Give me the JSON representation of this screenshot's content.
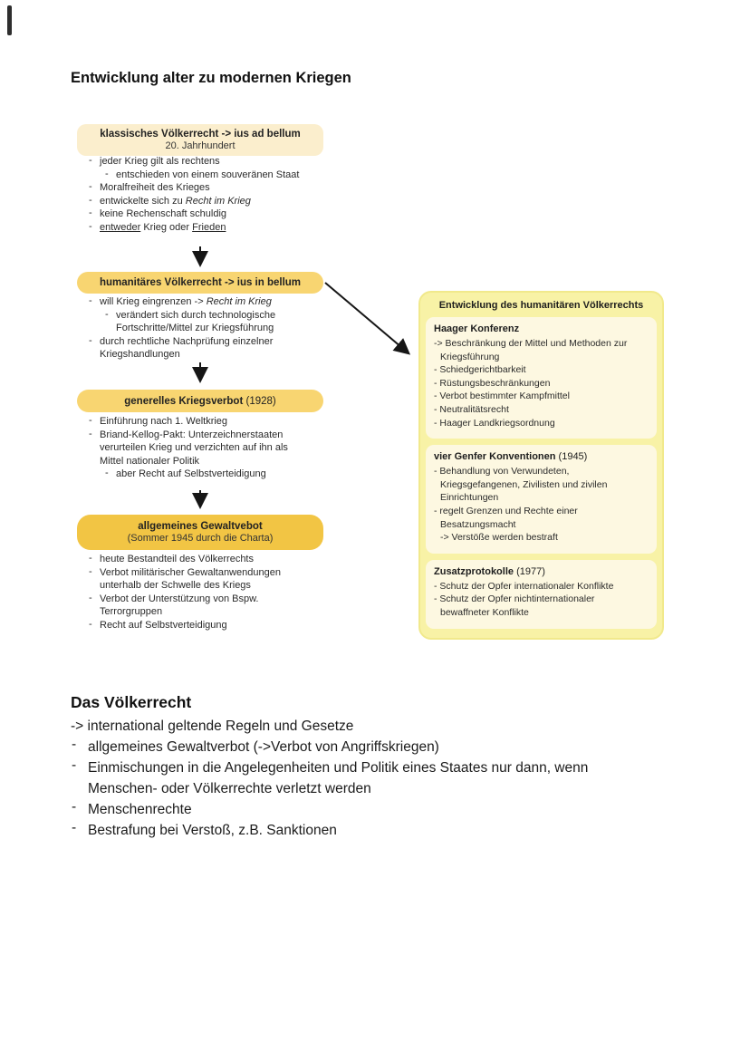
{
  "title": "Entwicklung alter zu modernen Kriegen",
  "colors": {
    "box_cream": "#fbeecd",
    "box_yellow": "#f8d571",
    "box_gold": "#f2c544",
    "panel_bg": "#f8f2a6",
    "panel_border": "#f1e98c",
    "card_bg": "#fdf8e1"
  },
  "flow": {
    "box1": {
      "title": "klassisches Völkerrecht -> ius ad bellum",
      "subtitle": "20. Jahrhundert"
    },
    "list1": [
      {
        "dash": true,
        "indent": 0,
        "t": "jeder Krieg gilt als rechtens"
      },
      {
        "dash": true,
        "indent": 1,
        "t": "entschieden von einem souveränen Staat"
      },
      {
        "dash": true,
        "indent": 0,
        "t": "Moralfreiheit des Krieges"
      },
      {
        "dash": true,
        "indent": 0,
        "segments": [
          {
            "t": "entwickelte sich zu "
          },
          {
            "t": "Recht im Krieg",
            "s": "i"
          }
        ]
      },
      {
        "dash": true,
        "indent": 0,
        "t": "keine Rechenschaft schuldig"
      },
      {
        "dash": true,
        "indent": 0,
        "segments": [
          {
            "t": "entweder",
            "s": "u"
          },
          {
            "t": " Krieg oder "
          },
          {
            "t": "Frieden",
            "s": "u"
          }
        ]
      }
    ],
    "box2": {
      "title": "humanitäres Völkerrecht -> ius in bellum"
    },
    "list2": [
      {
        "dash": true,
        "indent": 0,
        "segments": [
          {
            "t": "will Krieg eingrenzen -> "
          },
          {
            "t": "Recht im Krieg",
            "s": "i"
          }
        ]
      },
      {
        "dash": true,
        "indent": 1,
        "t": "verändert sich durch technologische"
      },
      {
        "dash": false,
        "indent": 1,
        "t": "Fortschritte/Mittel zur Kriegsführung"
      },
      {
        "dash": true,
        "indent": 0,
        "t": "durch rechtliche Nachprüfung einzelner"
      },
      {
        "dash": false,
        "indent": 0,
        "t": "Kriegshandlungen"
      }
    ],
    "box3": {
      "title": "generelles Kriegsverbot",
      "suffix": " (1928)"
    },
    "list3": [
      {
        "dash": true,
        "indent": 0,
        "t": "Einführung nach 1. Weltkrieg"
      },
      {
        "dash": true,
        "indent": 0,
        "t": "Briand-Kellog-Pakt: Unterzeichnerstaaten"
      },
      {
        "dash": false,
        "indent": 0,
        "t": "verurteilen Krieg und verzichten auf ihn als"
      },
      {
        "dash": false,
        "indent": 0,
        "t": "Mittel nationaler Politik"
      },
      {
        "dash": true,
        "indent": 1,
        "t": "aber Recht auf Selbstverteidigung"
      }
    ],
    "box4": {
      "title": "allgemeines Gewaltvebot",
      "subtitle": "(Sommer 1945 durch die Charta)"
    },
    "list4": [
      {
        "dash": true,
        "indent": 0,
        "t": "heute Bestandteil des Völkerrechts"
      },
      {
        "dash": true,
        "indent": 0,
        "t": "Verbot militärischer Gewaltanwendungen"
      },
      {
        "dash": false,
        "indent": 0,
        "t": "unterhalb der Schwelle des Kriegs"
      },
      {
        "dash": true,
        "indent": 0,
        "t": "Verbot der Unterstützung von Bspw."
      },
      {
        "dash": false,
        "indent": 0,
        "t": "Terrorgruppen"
      },
      {
        "dash": true,
        "indent": 0,
        "t": "Recht auf Selbstverteidigung"
      }
    ]
  },
  "panel": {
    "title": "Entwicklung des humanitären Völkerrechts",
    "sections": [
      {
        "title": "Haager Konferenz",
        "suffix": "",
        "lines": [
          {
            "indent": 0,
            "t": "-> Beschränkung der Mittel und Methoden zur"
          },
          {
            "indent": 1,
            "t": "Kriegsführung"
          },
          {
            "indent": 0,
            "t": "- Schiedgerichtbarkeit"
          },
          {
            "indent": 0,
            "t": "- Rüstungsbeschränkungen"
          },
          {
            "indent": 0,
            "t": "- Verbot bestimmter Kampfmittel"
          },
          {
            "indent": 0,
            "t": "- Neutralitätsrecht"
          },
          {
            "indent": 0,
            "t": "- Haager Landkriegsordnung"
          }
        ]
      },
      {
        "title": "vier Genfer Konventionen",
        "suffix": " (1945)",
        "lines": [
          {
            "indent": 0,
            "t": "- Behandlung von Verwundeten,"
          },
          {
            "indent": 1,
            "t": "Kriegsgefangenen, Zivilisten und zivilen"
          },
          {
            "indent": 1,
            "t": "Einrichtungen"
          },
          {
            "indent": 0,
            "t": "- regelt Grenzen und Rechte einer"
          },
          {
            "indent": 1,
            "t": "Besatzungsmacht"
          },
          {
            "indent": 1,
            "t": "-> Verstöße werden bestraft"
          }
        ]
      },
      {
        "title": "Zusatzprotokolle",
        "suffix": " (1977)",
        "lines": [
          {
            "indent": 0,
            "t": "- Schutz der Opfer internationaler Konflikte"
          },
          {
            "indent": 0,
            "t": "- Schutz der Opfer nichtinternationaler"
          },
          {
            "indent": 1,
            "t": "bewaffneter Konflikte"
          }
        ]
      }
    ]
  },
  "bottom": {
    "title": "Das Völkerrecht",
    "lines": [
      {
        "dash": false,
        "indent": 0,
        "t": "-> international geltende Regeln und Gesetze"
      },
      {
        "dash": true,
        "indent": 0,
        "t": "allgemeines Gewaltverbot (->Verbot von Angriffskriegen)"
      },
      {
        "dash": true,
        "indent": 0,
        "t": "Einmischungen in die Angelegenheiten und Politik eines Staates nur dann, wenn"
      },
      {
        "dash": false,
        "indent": 1,
        "t": "Menschen- oder Völkerrechte verletzt werden"
      },
      {
        "dash": true,
        "indent": 0,
        "t": "Menschenrechte"
      },
      {
        "dash": true,
        "indent": 0,
        "t": "Bestrafung bei Verstoß, z.B. Sanktionen"
      }
    ]
  }
}
